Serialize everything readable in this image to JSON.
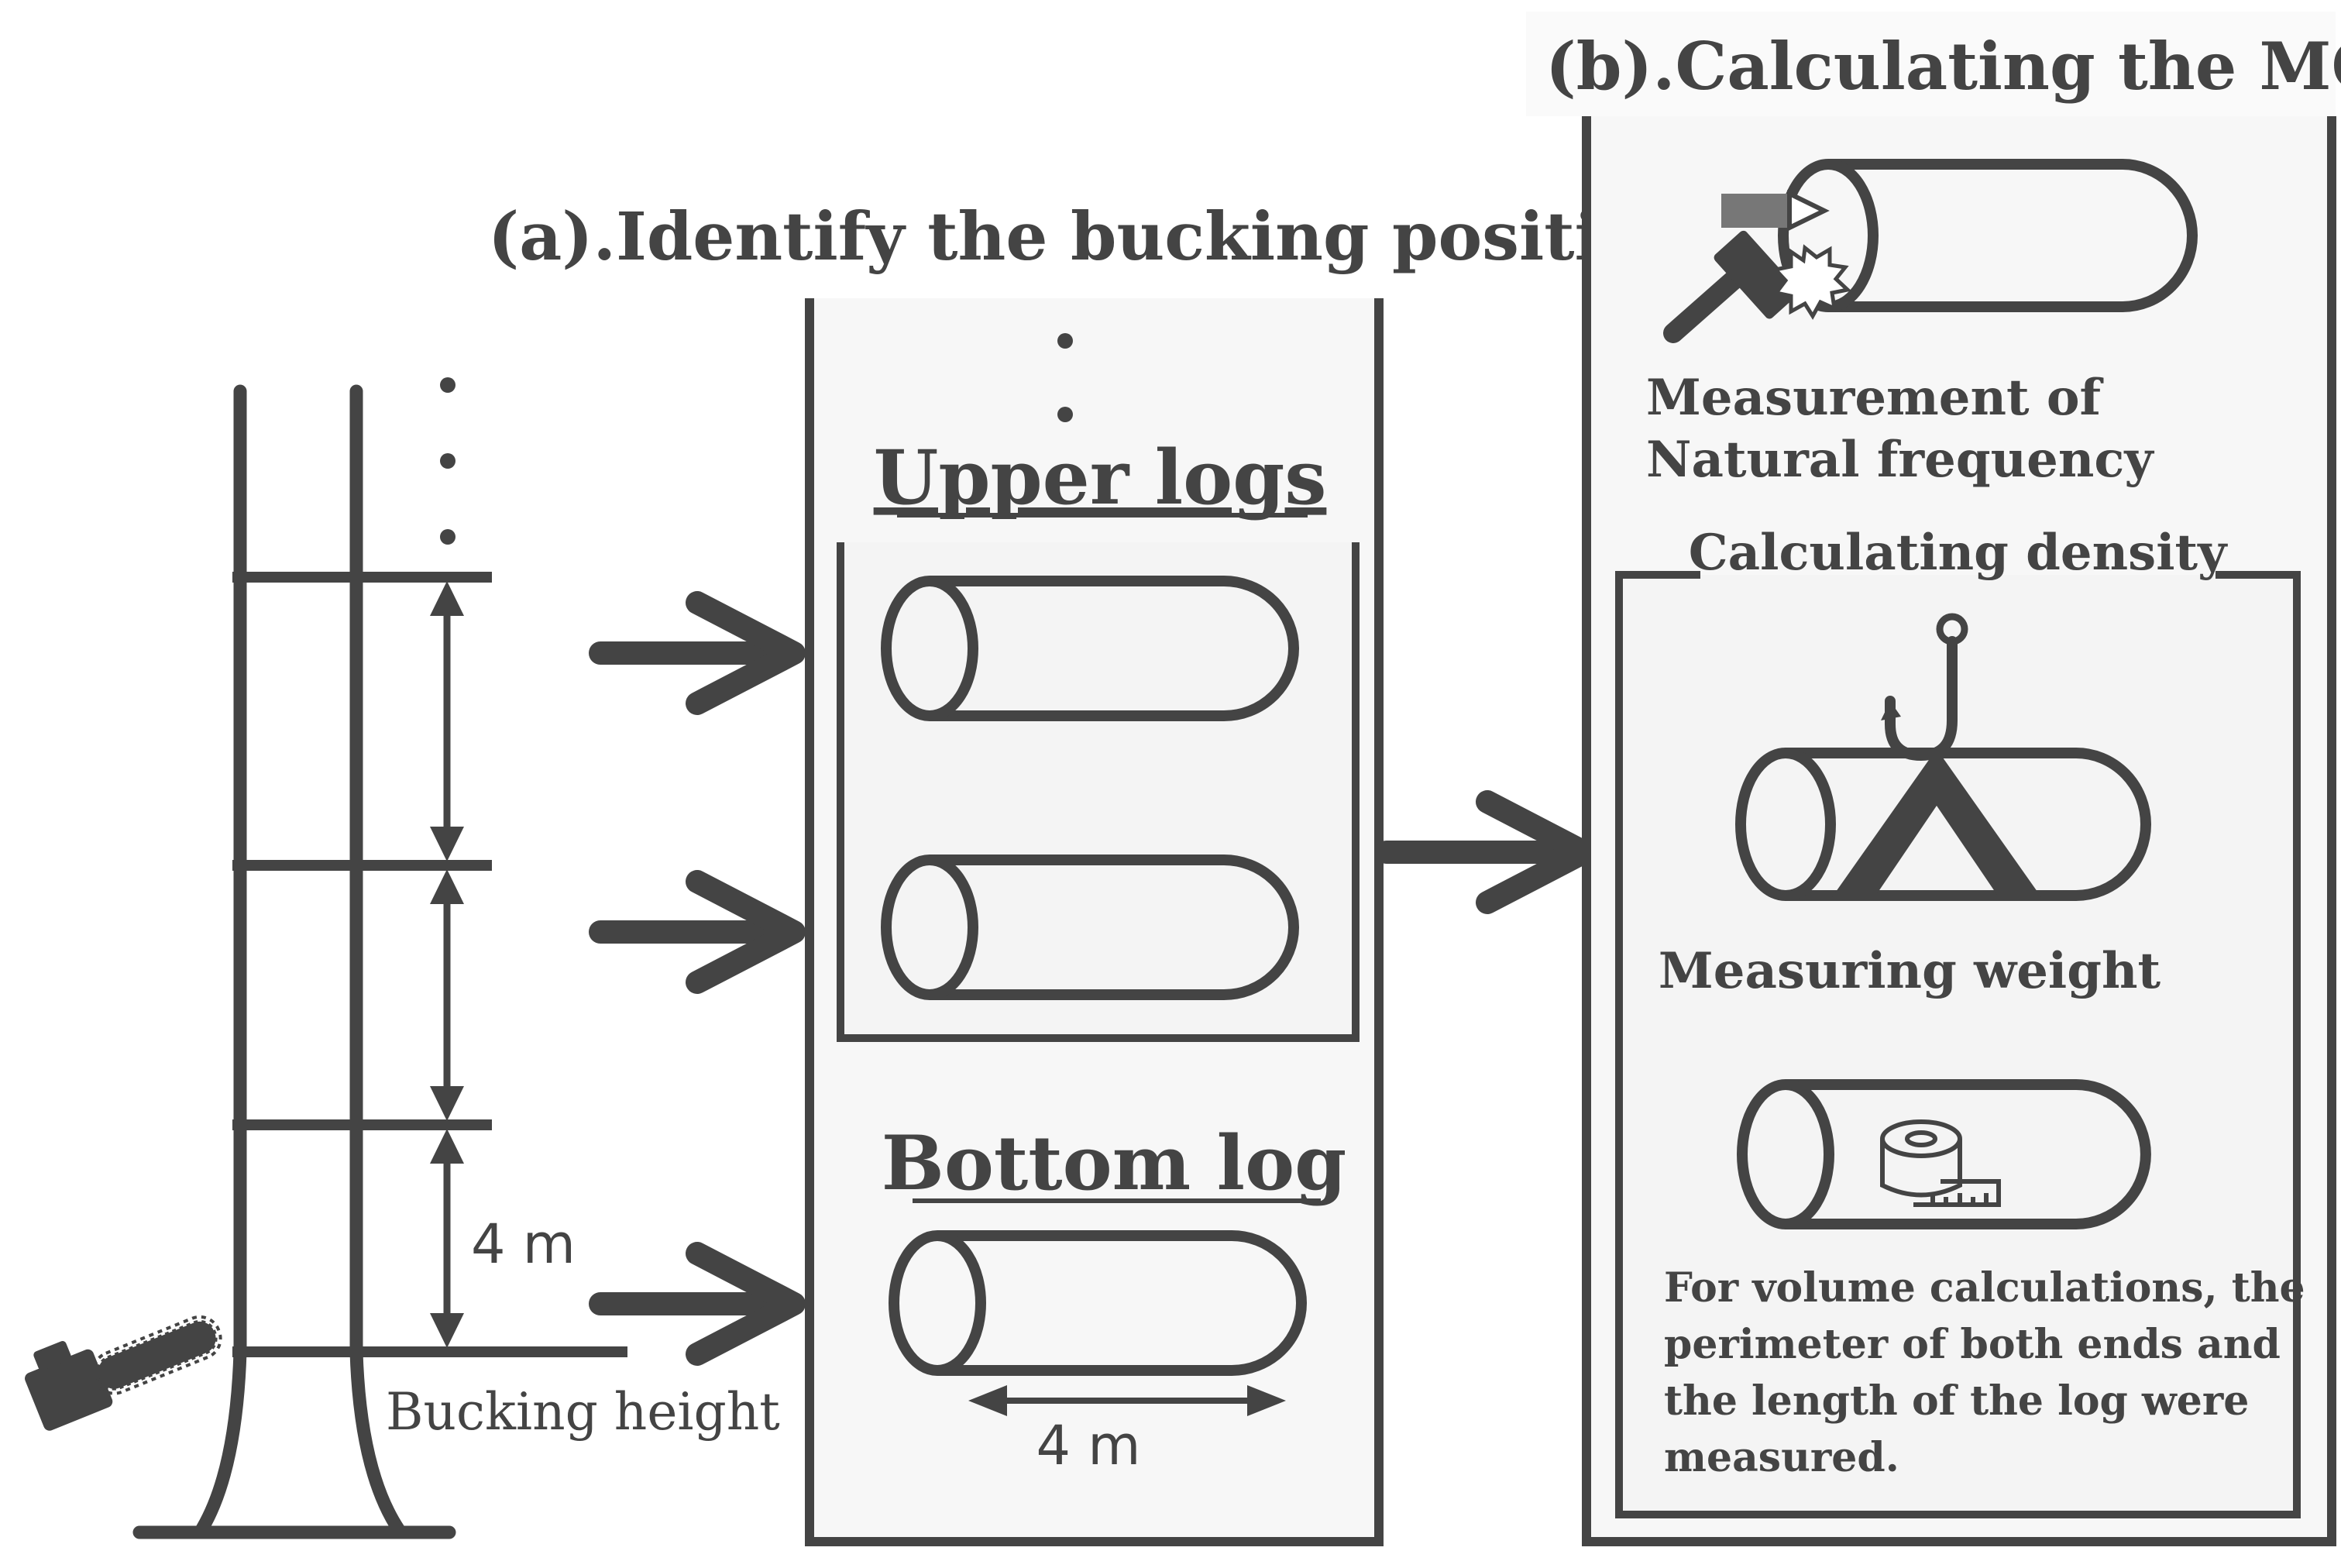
{
  "panel_a": {
    "title": "(a).Identify the  bucking position",
    "continuation_marks": ". . .",
    "segment_length_label": "4 m",
    "bucking_height_label": "Bucking height",
    "upper_logs_label": "Upper logs",
    "bottom_log_label": "Bottom log",
    "log_length_label": "4 m"
  },
  "panel_b": {
    "title": "(b).Calculating the MOE",
    "natural_frequency_label_line1": "Measurement of",
    "natural_frequency_label_line2": "Natural frequency",
    "density_section_label": "Calculating density",
    "weight_label": "Measuring weight",
    "volume_note_line1": "For volume  calculations, the",
    "volume_note_line2": "perimeter of both ends and",
    "volume_note_line3": "the length of the log were",
    "volume_note_line4": "measured."
  },
  "icons": {
    "chainsaw": "chainsaw-icon",
    "hammer": "hammer-icon",
    "hook": "hook-icon",
    "tape_measure": "tape-measure-icon"
  },
  "colors": {
    "stroke": "#444444",
    "panel_fill": "#f7f7f7",
    "background": "#ffffff"
  }
}
